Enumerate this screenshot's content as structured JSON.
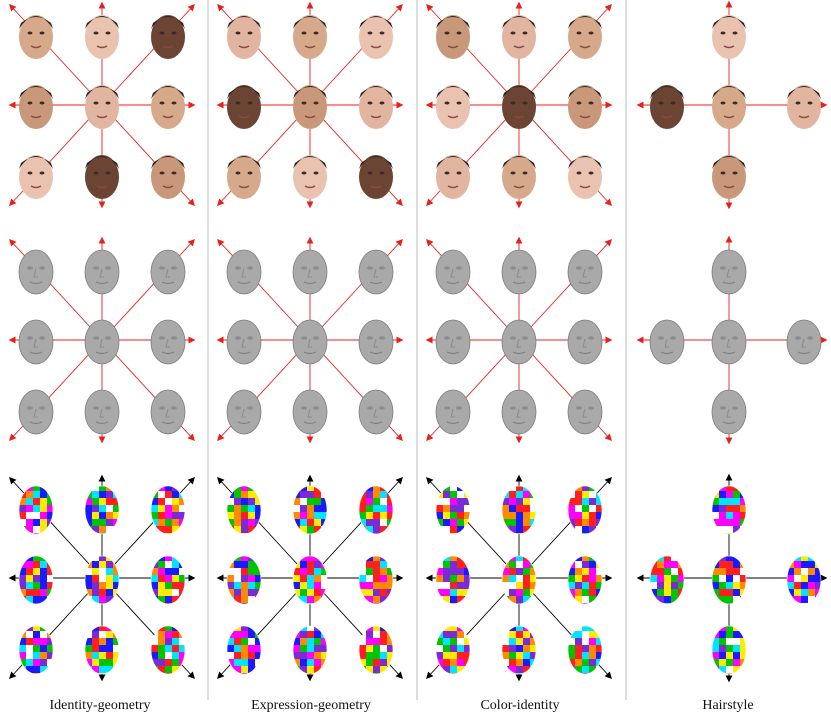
{
  "columns": [
    {
      "label": "Identity-geometry"
    },
    {
      "label": "Expression-geometry"
    },
    {
      "label": "Color-identity"
    },
    {
      "label": "Hairstyle"
    }
  ],
  "colors": {
    "arrow_rows_1_2": "#e8201a",
    "arrow_row_3": "#000000",
    "separator": "#bdbdbd",
    "skin": "#d7a98b",
    "hair": "#2a2220",
    "mesh": "#a9a9a9",
    "patch_palette": [
      "#ff1f1f",
      "#ff00ff",
      "#00c400",
      "#1a1aff",
      "#ffea00",
      "#00e5ff",
      "#7a2bd6",
      "#ff8a00",
      "#ffffff"
    ]
  }
}
